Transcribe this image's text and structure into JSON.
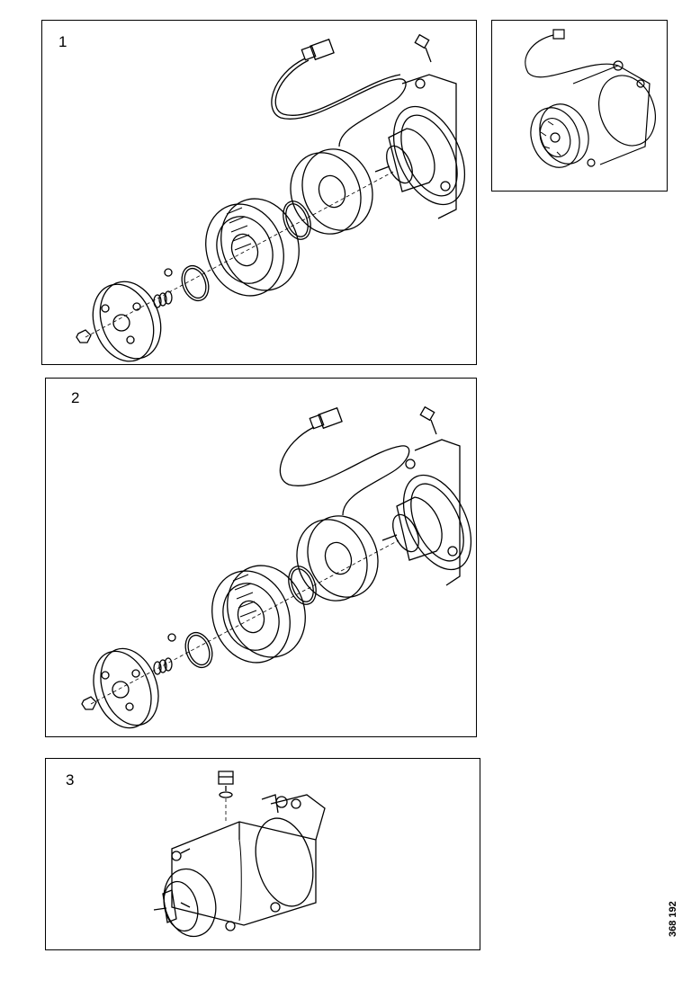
{
  "panels": [
    {
      "number": "1"
    },
    {
      "number": "2"
    },
    {
      "number": "3"
    }
  ],
  "reference_code": "368 192"
}
